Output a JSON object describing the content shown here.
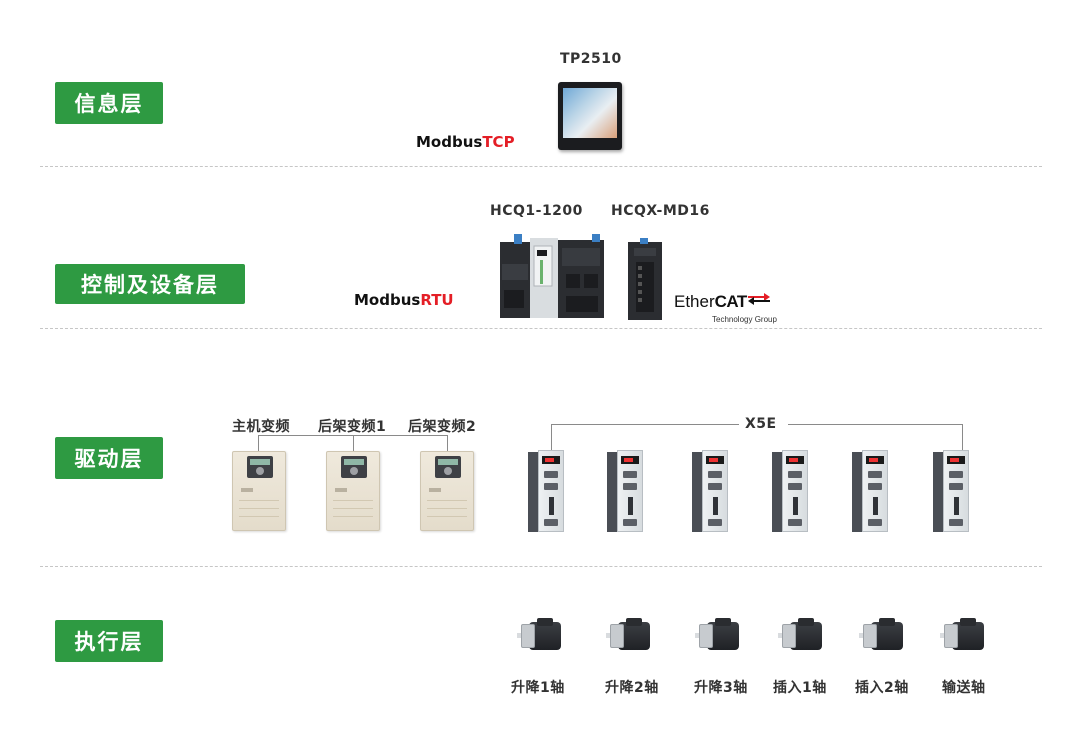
{
  "layers": [
    {
      "label": "信息层"
    },
    {
      "label": "控制及设备层"
    },
    {
      "label": "驱动层"
    },
    {
      "label": "执行层"
    }
  ],
  "info_layer": {
    "hmi_model": "TP2510",
    "protocol": {
      "prefix": "Modbus",
      "suffix": "TCP"
    }
  },
  "control_layer": {
    "plc_model": "HCQ1-1200",
    "io_model": "HCQX-MD16",
    "protocol": {
      "prefix": "Modbus",
      "suffix": "RTU"
    },
    "fieldbus": {
      "main_a": "Ether",
      "main_b": "CAT",
      "sub": "Technology Group"
    }
  },
  "drive_layer": {
    "vfd_labels": [
      "主机变频",
      "后架变频1",
      "后架变频2"
    ],
    "servo_group_label": "X5E"
  },
  "actuator_layer": {
    "motor_labels": [
      "升降1轴",
      "升降2轴",
      "升降3轴",
      "插入1轴",
      "插入2轴",
      "输送轴"
    ]
  },
  "colors": {
    "layer_tag_bg": "#2e9a42",
    "protocol_accent": "#e41e26"
  }
}
